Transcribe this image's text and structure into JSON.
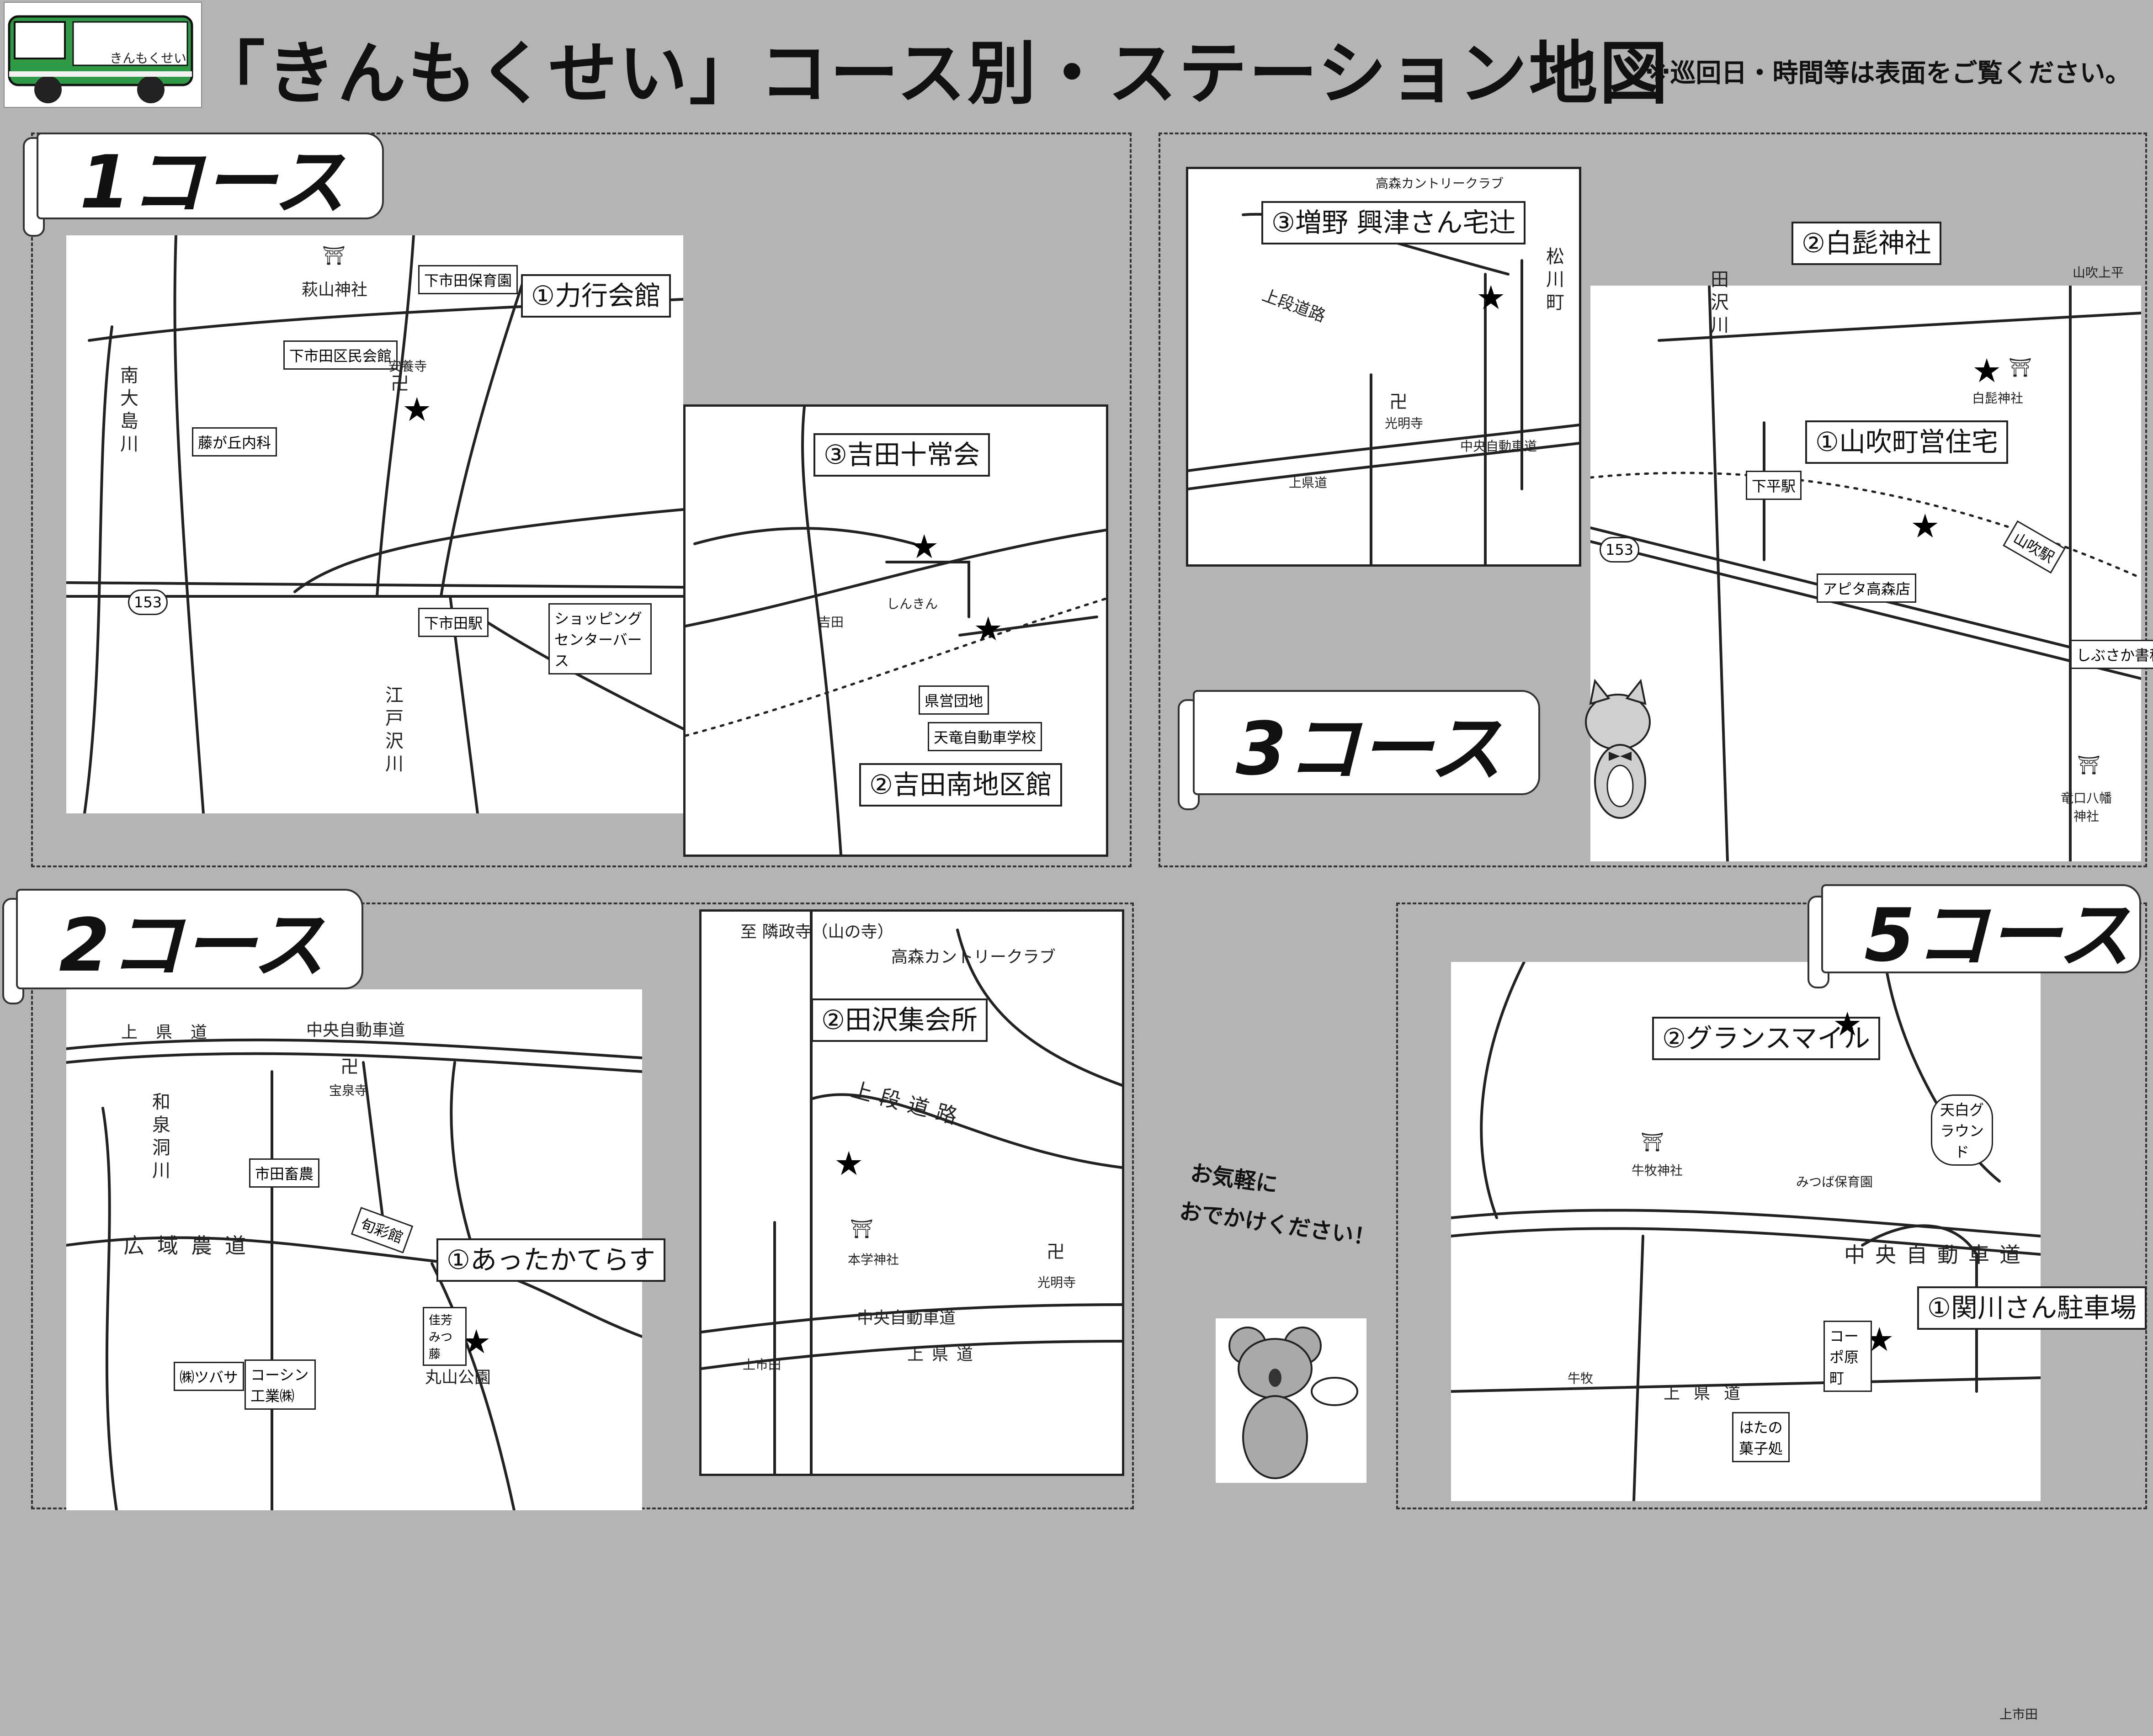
{
  "header": {
    "title": "「きんもくせい」コース別・ステーション地図",
    "note": "※巡回日・時間等は表面をご覧ください。",
    "bus_text": "きんもくせい"
  },
  "course1": {
    "banner": "1コース",
    "stations": [
      "①力行会館",
      "②吉田南地区館",
      "③吉田十常会"
    ],
    "labels": [
      "萩山神社",
      "下市田保育園",
      "下市田区民会館",
      "安養寺",
      "藤が丘内科",
      "下市田駅",
      "ショッピングセンターバース",
      "吉田",
      "しんきん",
      "県営団地",
      "天竜自動車学校",
      "153"
    ],
    "vertical": [
      "南大島川",
      "江戸沢川"
    ]
  },
  "course2": {
    "banner": "2コース",
    "stations": [
      "①あったかてらす",
      "②田沢集会所"
    ],
    "labels": [
      "中央自動車道",
      "宝泉寺",
      "市田畜農",
      "旬彩館",
      "佳芳みつ藤",
      "丸山公園",
      "㈱ツバサ",
      "コーシン工業㈱",
      "至 隣政寺（山の寺）",
      "高森カントリークラブ",
      "上段道路",
      "本学神社",
      "光明寺",
      "中央自動車道",
      "上県道",
      "上市田"
    ],
    "vertical": [
      "上県道",
      "和泉洞川",
      "広域農道"
    ]
  },
  "course3": {
    "banner": "3コース",
    "stations": [
      "①山吹町営住宅",
      "②白髭神社",
      "③増野 興津さん宅辻"
    ],
    "labels": [
      "高森カントリークラブ",
      "上段道路",
      "光明寺",
      "中央自動車道",
      "上県道",
      "松川町",
      "山吹上平",
      "白髭神社",
      "下平駅",
      "アピタ高森店",
      "山吹駅",
      "しぶさか書科",
      "竜口八幡神社",
      "153"
    ],
    "vertical": [
      "田沢川"
    ]
  },
  "course5": {
    "banner": "5コース",
    "stations": [
      "①関川さん駐車場",
      "②グランスマイル"
    ],
    "labels": [
      "天白グラウンド",
      "牛牧神社",
      "みつば保育園",
      "中央自動車道",
      "コーポ原町",
      "牛牧",
      "上県道",
      "はたの菓子処"
    ]
  },
  "messages": [
    "お気軽に",
    "おでかけください！"
  ],
  "footer": {
    "label": "上市田"
  }
}
